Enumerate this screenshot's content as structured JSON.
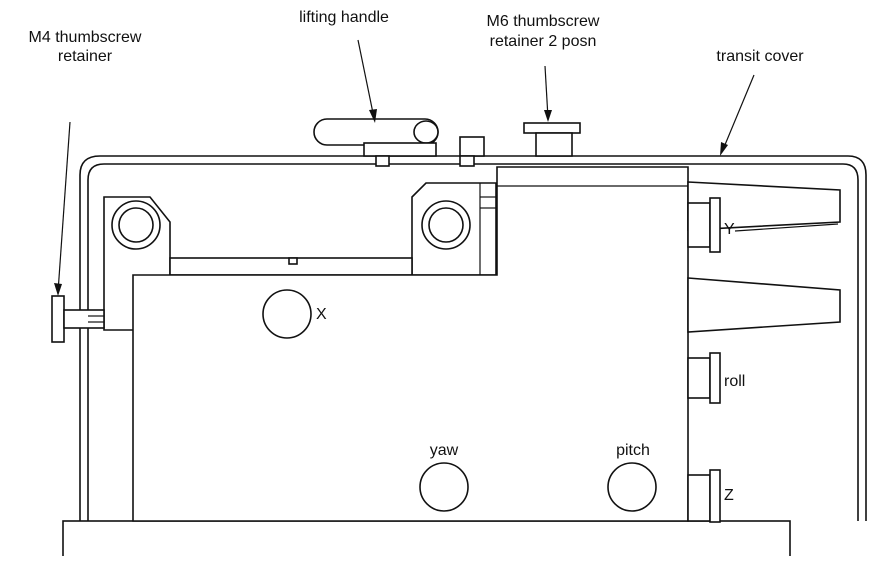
{
  "labels": {
    "m4_line1": "M4 thumbscrew",
    "m4_line2": "retainer",
    "lifting_handle": "lifting handle",
    "m6_line1": "M6 thumbscrew",
    "m6_line2": "retainer 2 posn",
    "transit_cover": "transit cover",
    "x": "X",
    "y": "Y",
    "roll": "roll",
    "yaw": "yaw",
    "pitch": "pitch",
    "z": "Z"
  }
}
